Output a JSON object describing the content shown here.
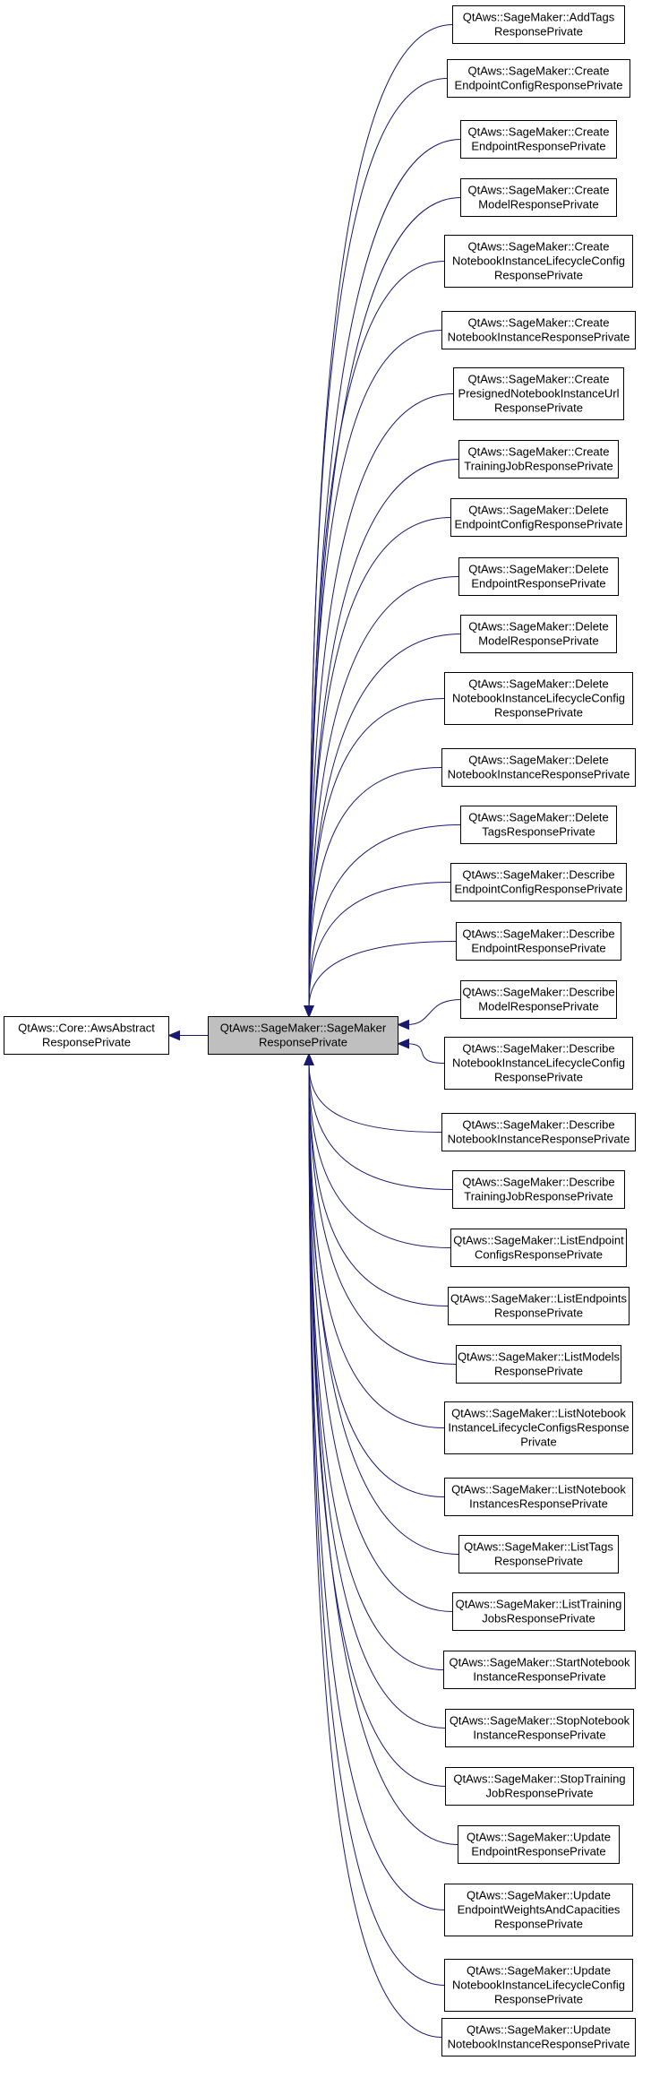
{
  "colors": {
    "edge": "#191970",
    "highlight_fill": "#bfbfbf",
    "node_fill": "#ffffff",
    "node_border": "#000000"
  },
  "base": {
    "lines": [
      "QtAws::Core::AwsAbstract",
      "ResponsePrivate"
    ]
  },
  "focus": {
    "lines": [
      "QtAws::SageMaker::SageMaker",
      "ResponsePrivate"
    ]
  },
  "derived": [
    {
      "lines": [
        "QtAws::SageMaker::AddTags",
        "ResponsePrivate"
      ]
    },
    {
      "lines": [
        "QtAws::SageMaker::Create",
        "EndpointConfigResponsePrivate"
      ]
    },
    {
      "lines": [
        "QtAws::SageMaker::Create",
        "EndpointResponsePrivate"
      ]
    },
    {
      "lines": [
        "QtAws::SageMaker::Create",
        "ModelResponsePrivate"
      ]
    },
    {
      "lines": [
        "QtAws::SageMaker::Create",
        "NotebookInstanceLifecycleConfig",
        "ResponsePrivate"
      ]
    },
    {
      "lines": [
        "QtAws::SageMaker::Create",
        "NotebookInstanceResponsePrivate"
      ]
    },
    {
      "lines": [
        "QtAws::SageMaker::Create",
        "PresignedNotebookInstanceUrl",
        "ResponsePrivate"
      ]
    },
    {
      "lines": [
        "QtAws::SageMaker::Create",
        "TrainingJobResponsePrivate"
      ]
    },
    {
      "lines": [
        "QtAws::SageMaker::Delete",
        "EndpointConfigResponsePrivate"
      ]
    },
    {
      "lines": [
        "QtAws::SageMaker::Delete",
        "EndpointResponsePrivate"
      ]
    },
    {
      "lines": [
        "QtAws::SageMaker::Delete",
        "ModelResponsePrivate"
      ]
    },
    {
      "lines": [
        "QtAws::SageMaker::Delete",
        "NotebookInstanceLifecycleConfig",
        "ResponsePrivate"
      ]
    },
    {
      "lines": [
        "QtAws::SageMaker::Delete",
        "NotebookInstanceResponsePrivate"
      ]
    },
    {
      "lines": [
        "QtAws::SageMaker::Delete",
        "TagsResponsePrivate"
      ]
    },
    {
      "lines": [
        "QtAws::SageMaker::Describe",
        "EndpointConfigResponsePrivate"
      ]
    },
    {
      "lines": [
        "QtAws::SageMaker::Describe",
        "EndpointResponsePrivate"
      ]
    },
    {
      "lines": [
        "QtAws::SageMaker::Describe",
        "ModelResponsePrivate"
      ]
    },
    {
      "lines": [
        "QtAws::SageMaker::Describe",
        "NotebookInstanceLifecycleConfig",
        "ResponsePrivate"
      ]
    },
    {
      "lines": [
        "QtAws::SageMaker::Describe",
        "NotebookInstanceResponsePrivate"
      ]
    },
    {
      "lines": [
        "QtAws::SageMaker::Describe",
        "TrainingJobResponsePrivate"
      ]
    },
    {
      "lines": [
        "QtAws::SageMaker::ListEndpoint",
        "ConfigsResponsePrivate"
      ]
    },
    {
      "lines": [
        "QtAws::SageMaker::ListEndpoints",
        "ResponsePrivate"
      ]
    },
    {
      "lines": [
        "QtAws::SageMaker::ListModels",
        "ResponsePrivate"
      ]
    },
    {
      "lines": [
        "QtAws::SageMaker::ListNotebook",
        "InstanceLifecycleConfigsResponse",
        "Private"
      ]
    },
    {
      "lines": [
        "QtAws::SageMaker::ListNotebook",
        "InstancesResponsePrivate"
      ]
    },
    {
      "lines": [
        "QtAws::SageMaker::ListTags",
        "ResponsePrivate"
      ]
    },
    {
      "lines": [
        "QtAws::SageMaker::ListTraining",
        "JobsResponsePrivate"
      ]
    },
    {
      "lines": [
        "QtAws::SageMaker::StartNotebook",
        "InstanceResponsePrivate"
      ]
    },
    {
      "lines": [
        "QtAws::SageMaker::StopNotebook",
        "InstanceResponsePrivate"
      ]
    },
    {
      "lines": [
        "QtAws::SageMaker::StopTraining",
        "JobResponsePrivate"
      ]
    },
    {
      "lines": [
        "QtAws::SageMaker::Update",
        "EndpointResponsePrivate"
      ]
    },
    {
      "lines": [
        "QtAws::SageMaker::Update",
        "EndpointWeightsAndCapacities",
        "ResponsePrivate"
      ]
    },
    {
      "lines": [
        "QtAws::SageMaker::Update",
        "NotebookInstanceLifecycleConfig",
        "ResponsePrivate"
      ]
    },
    {
      "lines": [
        "QtAws::SageMaker::Update",
        "NotebookInstanceResponsePrivate"
      ]
    }
  ]
}
